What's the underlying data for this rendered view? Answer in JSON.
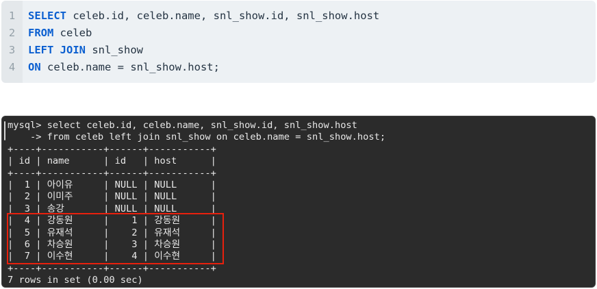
{
  "code_editor": {
    "language": "sql",
    "lines": [
      {
        "number": "1",
        "tokens": [
          {
            "type": "keyword",
            "text": "SELECT"
          },
          {
            "type": "plain",
            "text": " celeb.id, celeb.name, snl_show.id, snl_show.host"
          }
        ]
      },
      {
        "number": "2",
        "tokens": [
          {
            "type": "keyword",
            "text": "FROM"
          },
          {
            "type": "plain",
            "text": " celeb"
          }
        ]
      },
      {
        "number": "3",
        "tokens": [
          {
            "type": "keyword",
            "text": "LEFT JOIN"
          },
          {
            "type": "plain",
            "text": " snl_show"
          }
        ]
      },
      {
        "number": "4",
        "tokens": [
          {
            "type": "keyword",
            "text": "ON"
          },
          {
            "type": "plain",
            "text": " celeb.name = snl_show.host;"
          }
        ]
      }
    ],
    "colors": {
      "background": "#edf1f4",
      "gutter_background": "#e4e8eb",
      "line_number": "#94a0a8",
      "keyword": "#0b5fd0",
      "plain_text": "#243342"
    }
  },
  "terminal": {
    "prompt_lines": [
      "mysql> select celeb.id, celeb.name, snl_show.id, snl_show.host",
      "    -> from celeb left join snl_show on celeb.name = snl_show.host;"
    ],
    "result_table": {
      "columns": [
        "id",
        "name",
        "id",
        "host"
      ],
      "rows": [
        {
          "type": "border",
          "sep": "+",
          "cells": [
            "----",
            "-----------",
            "------",
            "-----------"
          ],
          "highlighted": false
        },
        {
          "type": "header",
          "sep": "|",
          "cells": [
            " id ",
            " name      ",
            " id   ",
            " host      "
          ],
          "highlighted": false
        },
        {
          "type": "border",
          "sep": "+",
          "cells": [
            "----",
            "-----------",
            "------",
            "-----------"
          ],
          "highlighted": false
        },
        {
          "type": "data",
          "sep": "|",
          "cells": [
            "  1 ",
            " 아이유    ",
            " NULL ",
            " NULL      "
          ],
          "highlighted": false
        },
        {
          "type": "data",
          "sep": "|",
          "cells": [
            "  2 ",
            " 이미주    ",
            " NULL ",
            " NULL      "
          ],
          "highlighted": false
        },
        {
          "type": "data",
          "sep": "|",
          "cells": [
            "  3 ",
            " 송강      ",
            " NULL ",
            " NULL      "
          ],
          "highlighted": false
        },
        {
          "type": "data",
          "sep": "|",
          "cells": [
            "  4 ",
            " 강동원    ",
            "    1 ",
            " 강동원    "
          ],
          "highlighted": true
        },
        {
          "type": "data",
          "sep": "|",
          "cells": [
            "  5 ",
            " 유재석    ",
            "    2 ",
            " 유재석    "
          ],
          "highlighted": true
        },
        {
          "type": "data",
          "sep": "|",
          "cells": [
            "  6 ",
            " 차승원    ",
            "    3 ",
            " 차승원    "
          ],
          "highlighted": true
        },
        {
          "type": "data",
          "sep": "|",
          "cells": [
            "  7 ",
            " 이수현    ",
            "    4 ",
            " 이수현    "
          ],
          "highlighted": true
        },
        {
          "type": "border",
          "sep": "+",
          "cells": [
            "----",
            "-----------",
            "------",
            "-----------"
          ],
          "highlighted": false
        }
      ]
    },
    "status_line": "7 rows in set (0.00 sec)",
    "colors": {
      "background": "#2b2b2b",
      "text": "#e9e9e9",
      "highlight_box": "#e8200d"
    }
  }
}
